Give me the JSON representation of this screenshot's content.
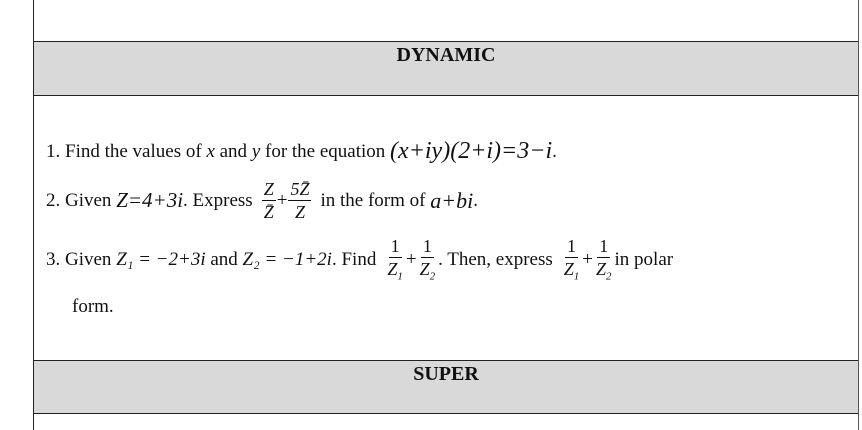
{
  "sections": {
    "dynamic": {
      "title": "DYNAMIC"
    },
    "super": {
      "title": "SUPER"
    }
  },
  "questions": [
    {
      "number": "1.",
      "text_before": "Find the values of",
      "var_x": "x",
      "and": "and",
      "var_y": "y",
      "text_mid": "for the equation",
      "equation": "(x+iy)(2+i)=3−i",
      "end": "."
    },
    {
      "number": "2.",
      "given": "Given",
      "equation": "Z=4+3i",
      "express": ". Express",
      "frac1_num": "Z",
      "frac1_den": "Z̄",
      "plus": "+",
      "frac2_num": "5Z̄",
      "frac2_den": "Z",
      "text_after": "in the form of",
      "form": "a+bi",
      "end": "."
    },
    {
      "number": "3.",
      "given": "Given",
      "z1": "Z₁ = −2+3i",
      "and": "and",
      "z2": "Z₂ = −1+2i",
      "find": ". Find",
      "frac_num": "1",
      "frac1_den": "Z",
      "sub1": "1",
      "frac2_den": "Z",
      "sub2": "2",
      "plus": "+",
      "then": ". Then, express",
      "tail": "in polar",
      "continuation": "form."
    }
  ]
}
